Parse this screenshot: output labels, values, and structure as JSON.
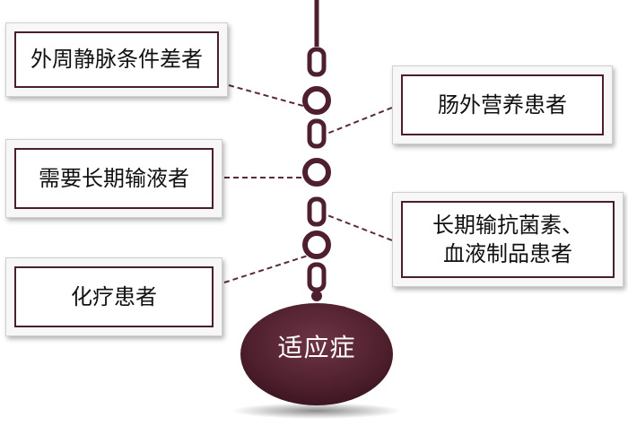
{
  "center": {
    "label": "适应症"
  },
  "items": [
    {
      "lines": [
        "外周静脉条件差者"
      ]
    },
    {
      "lines": [
        "需要长期输液者"
      ]
    },
    {
      "lines": [
        "化疗患者"
      ]
    },
    {
      "lines": [
        "肠外营养患者"
      ]
    },
    {
      "lines": [
        "长期输抗菌素、",
        "血液制品患者"
      ]
    }
  ],
  "colors": {
    "accent": "#5a2a37",
    "border": "#4a1f2b"
  }
}
